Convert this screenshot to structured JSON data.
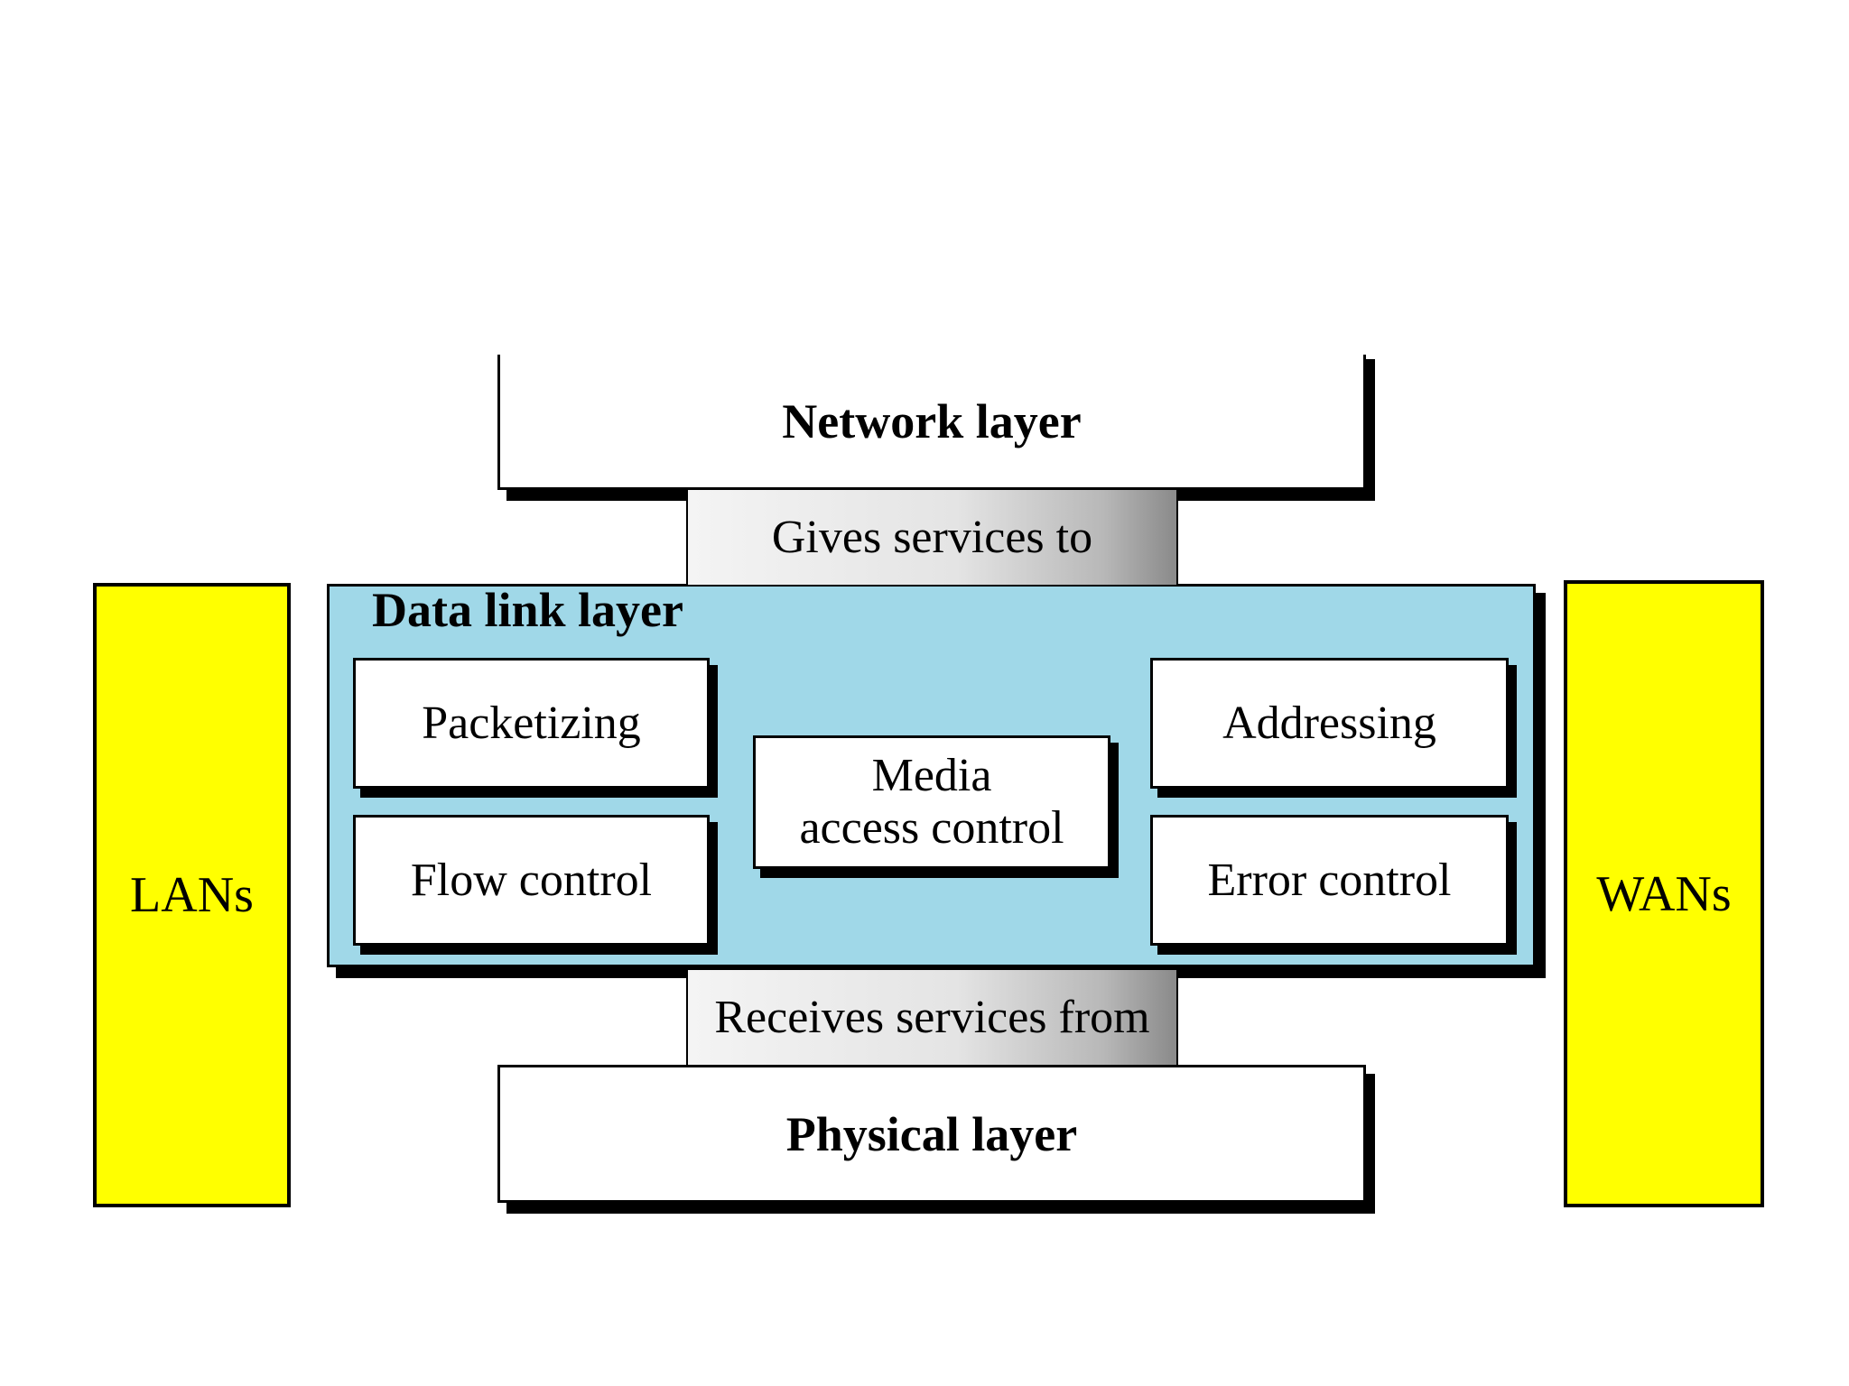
{
  "diagram": {
    "network_layer": "Network layer",
    "gives_services": "Gives services to",
    "data_link_layer": "Data link layer",
    "functions": {
      "packetizing": "Packetizing",
      "flow_control": "Flow control",
      "media_access_line1": "Media",
      "media_access_line2": "access control",
      "addressing": "Addressing",
      "error_control": "Error control"
    },
    "receives_services": "Receives services from",
    "physical_layer": "Physical layer",
    "lans": "LANs",
    "wans": "WANs"
  },
  "colors": {
    "data_link_fill": "#a0d8e8",
    "side_fill": "#ffff00",
    "box_fill": "#ffffff",
    "shadow": "#000000"
  }
}
